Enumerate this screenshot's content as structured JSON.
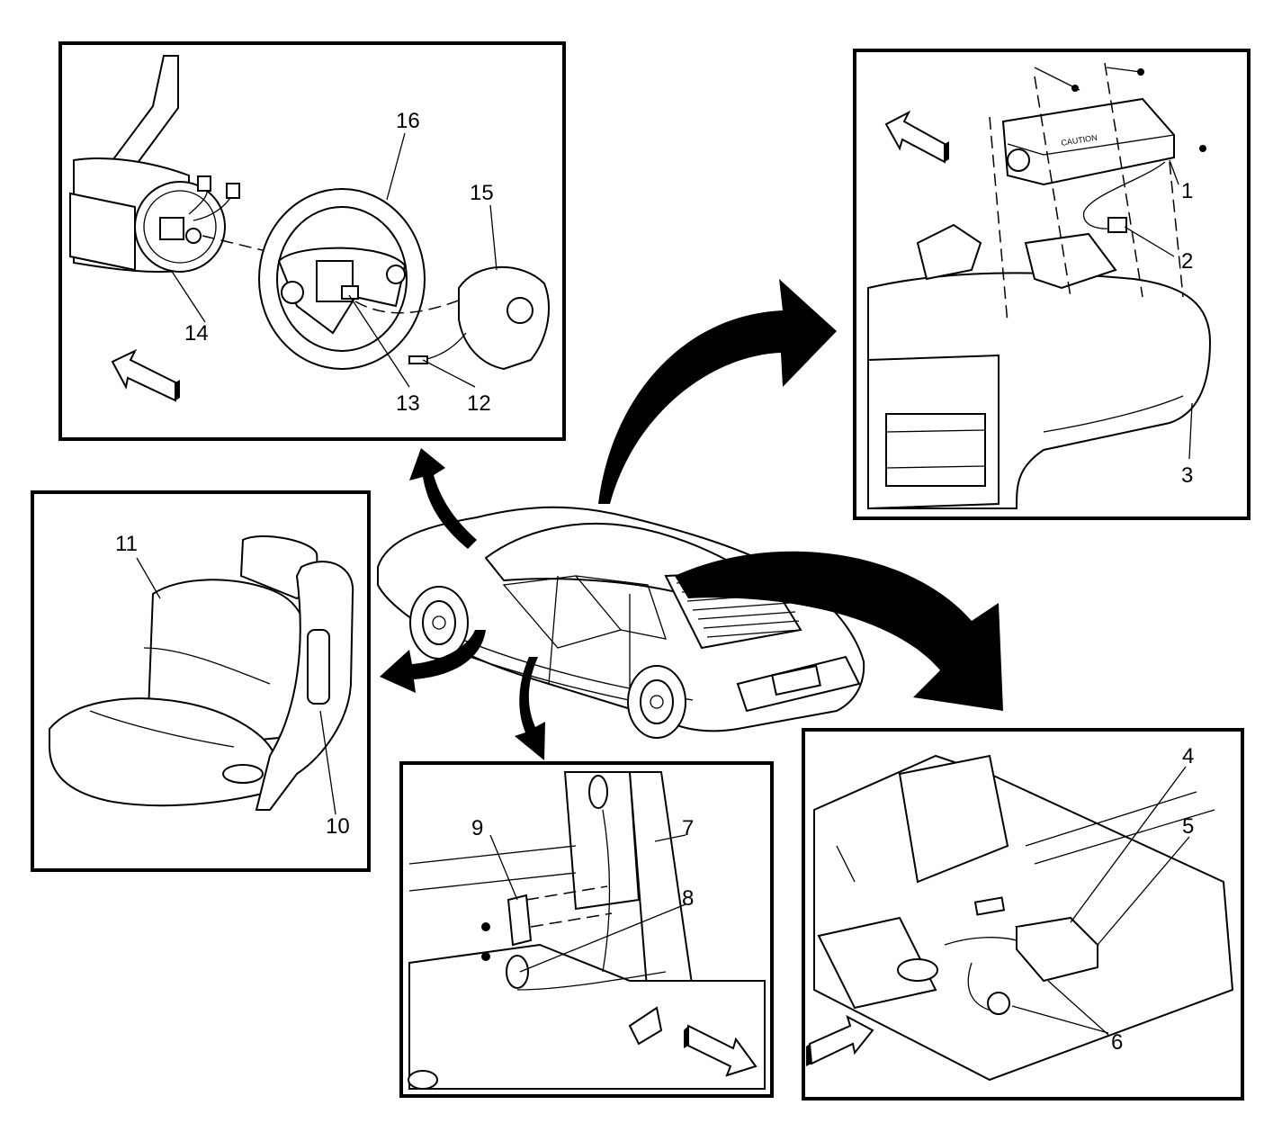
{
  "callouts": {
    "c1": "1",
    "c2": "2",
    "c3": "3",
    "c4": "4",
    "c5": "5",
    "c6": "6",
    "c7": "7",
    "c8": "8",
    "c9": "9",
    "c10": "10",
    "c11": "11",
    "c12": "12",
    "c13": "13",
    "c14": "14",
    "c15": "15",
    "c16": "16"
  },
  "labels": {
    "caution": "CAUTION"
  },
  "icons": [
    "forward-direction-arrow-icon",
    "view-pointer-arrow-icon"
  ],
  "colors": {
    "ink": "#000000",
    "paper": "#ffffff"
  }
}
